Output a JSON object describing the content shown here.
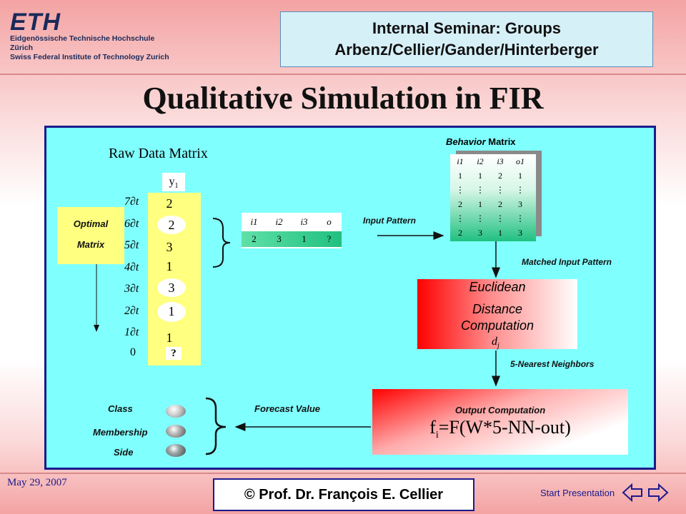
{
  "header": {
    "logo_mark": "ETH",
    "logo_line1": "Eidgenössische Technische Hochschule Zürich",
    "logo_line2": "Swiss Federal Institute of Technology Zurich",
    "seminar_line1": "Internal Seminar: Groups",
    "seminar_line2": "Arbenz/Cellier/Gander/Hinterberger"
  },
  "title": "Qualitative Simulation in FIR",
  "raw_data": {
    "label": "Raw Data Matrix",
    "column_header": "y",
    "column_header_sub": "1",
    "values": [
      "2",
      "2",
      "3",
      "1",
      "3",
      "1",
      "1",
      "?"
    ],
    "times": [
      "7∂t",
      "6∂t",
      "5∂t",
      "4∂t",
      "3∂t",
      "2∂t",
      "1∂t",
      "0"
    ]
  },
  "optimal_matrix": {
    "line1": "Optimal",
    "line2": "Matrix"
  },
  "input_pattern": {
    "headers": [
      "i1",
      "i2",
      "i3",
      "o"
    ],
    "values": [
      "2",
      "3",
      "1",
      "?"
    ],
    "label": "Input Pattern"
  },
  "behavior_matrix": {
    "label_italic": "Behavior",
    "label_rest": " Matrix",
    "headers": [
      "i1",
      "i2",
      "i3",
      "o1"
    ],
    "rows": [
      [
        "1",
        "1",
        "2",
        "1"
      ],
      [
        "⋮",
        "⋮",
        "⋮",
        "⋮"
      ],
      [
        "2",
        "1",
        "2",
        "3"
      ],
      [
        "⋮",
        "⋮",
        "⋮",
        "⋮"
      ],
      [
        "2",
        "3",
        "1",
        "3"
      ]
    ]
  },
  "matched_label": "Matched Input Pattern",
  "euclidean": {
    "line1": "Euclidean",
    "line2": "Distance",
    "line3": "Computation",
    "dj": "d",
    "dj_sub": "j"
  },
  "nearest_label": "5-Nearest Neighbors",
  "output": {
    "label": "Output Computation",
    "formula_pre": "f",
    "formula_sub": "i",
    "formula_post": "=F(W*5-NN-out)"
  },
  "forecast_label": "Forecast Value",
  "results": [
    "Class",
    "Membership",
    "Side"
  ],
  "footer": {
    "date": "May 29, 2007",
    "author": "© Prof. Dr. François E. Cellier",
    "start": "Start Presentation"
  },
  "colors": {
    "panel": "#80ffff",
    "panel_border": "#1a1a8c",
    "yellow": "#ffff80",
    "accent_red": "#ff0000"
  }
}
